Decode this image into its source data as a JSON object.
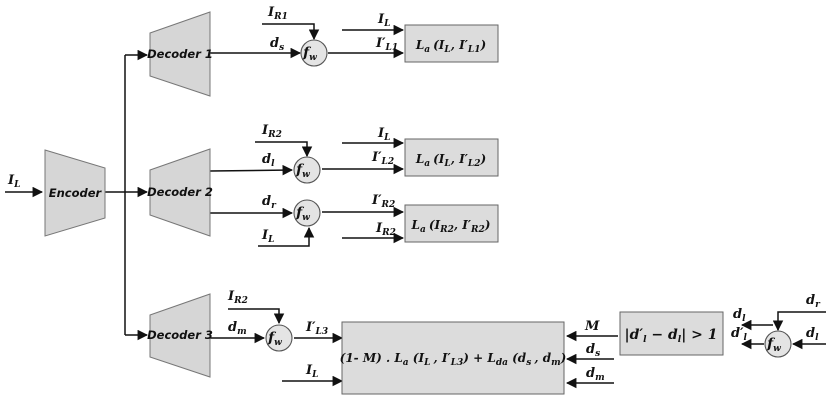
{
  "blocks": {
    "encoder": "Encoder",
    "decoder1": "Decoder 1",
    "decoder2": "Decoder 2",
    "decoder3": "Decoder 3"
  },
  "operator": {
    "symbol": "f",
    "sub": "w"
  },
  "signals": {
    "input": {
      "main": "I",
      "sub": "L"
    },
    "d1_top": {
      "main": "I",
      "sub": "R1"
    },
    "d1_side": {
      "main": "d",
      "sub": "s"
    },
    "d1_target": {
      "main": "I",
      "sub": "L"
    },
    "d1_out": {
      "main": "I′",
      "sub": "L1"
    },
    "d2a_top": {
      "main": "I",
      "sub": "R2"
    },
    "d2a_side": {
      "main": "d",
      "sub": "l"
    },
    "d2a_target": {
      "main": "I",
      "sub": "L"
    },
    "d2a_out": {
      "main": "I′",
      "sub": "L2"
    },
    "d2b_side": {
      "main": "d",
      "sub": "r"
    },
    "d2b_bottom": {
      "main": "I",
      "sub": "L"
    },
    "d2b_out": {
      "main": "I′",
      "sub": "R2"
    },
    "d2b_target": {
      "main": "I",
      "sub": "R2"
    },
    "d3_top": {
      "main": "I",
      "sub": "R2"
    },
    "d3_side": {
      "main": "d",
      "sub": "m"
    },
    "d3_out": {
      "main": "I′",
      "sub": "L3"
    },
    "d3_target": {
      "main": "I",
      "sub": "L"
    },
    "mask": "M",
    "ds_in": {
      "main": "d",
      "sub": "s"
    },
    "dm_in": {
      "main": "d",
      "sub": "m"
    },
    "cond_dl": {
      "main": "d",
      "sub": "l"
    },
    "cond_dlp": {
      "main": "d′",
      "sub": "l"
    },
    "right_dr": {
      "main": "d",
      "sub": "r"
    },
    "right_dl": {
      "main": "d",
      "sub": "l"
    }
  },
  "losses": {
    "loss1": {
      "fn": "L",
      "fsub": "a",
      "args": "(I_L, I′_L1)"
    },
    "loss2": {
      "fn": "L",
      "fsub": "a",
      "args": "(I_L, I′_L2)"
    },
    "loss3": {
      "fn": "L",
      "fsub": "a",
      "args": "(I_R2, I′_R2)"
    },
    "combined": "(1- M) . L_a (I_L , I′_L3) + L_da (d_s , d_m)",
    "condition": "|d′_l − d_l| > 1"
  }
}
